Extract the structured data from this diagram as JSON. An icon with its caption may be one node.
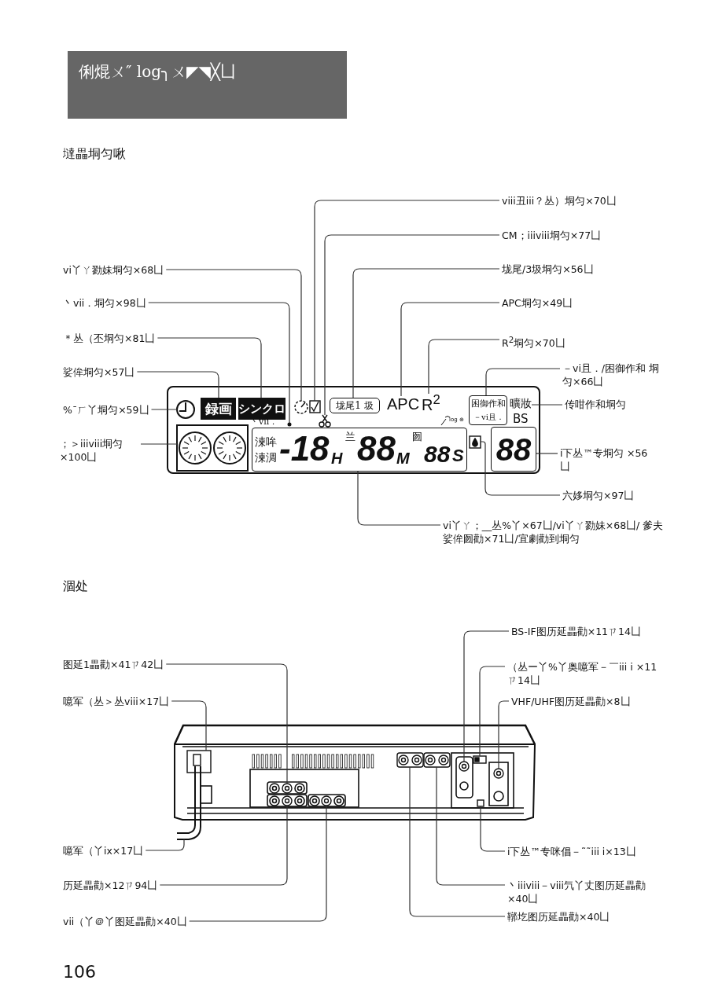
{
  "diagram": {
    "title": "俐焜ㄨ″ log╮ㄨ◤◥╳凵",
    "nodes": [
      {
        "text": [
          "vi丫ㄚ勠妹垌匀×68凵"
        ]
      },
      {
        "text": [
          "丶vii．垌匀×98凵"
        ]
      },
      {
        "text": [
          "＊丛（丕垌匀×81凵"
        ]
      },
      {
        "text": [
          "娑侔垌匀×57凵"
        ]
      },
      {
        "text": [
          "%¯ㄏ丫垌匀×59凵"
        ]
      },
      {
        "text": [
          "；＞iiiviii垌匀 ×100凵"
        ]
      },
      {
        "text": [
          "viii丑iii？丛）垌匀×70凵"
        ]
      },
      {
        "text": [
          "CM；iiiviii垌匀×77凵"
        ]
      },
      {
        "text": [
          "垅尾/3圾垌匀×56凵"
        ]
      },
      {
        "text": [
          "APC垌匀×49凵"
        ]
      },
      {
        "text": [
          "R$^{2}$垌匀×70凵"
        ]
      },
      {
        "text": [
          "－vi且．/困御作和 垌匀×66凵"
        ]
      },
      {
        "text": [
          "传咁作和垌匀"
        ]
      },
      {
        "text": [
          "i下丛™专垌匀 ×56凵"
        ]
      },
      {
        "text": [
          "六姼垌匀×97凵"
        ]
      },
      {
        "text": [
          "vi丫ㄚ；__丛%丫×67凵/vi丫ㄚ勠妹×68凵/ 爹夫娑侔囫勸×71凵/宜劇勸到垌匀"
        ]
      },
      {
        "text": [
          "图延1畾勸×41ㄗ42凵"
        ]
      },
      {
        "text": [
          "噫军（丛＞丛viii×17凵"
        ]
      },
      {
        "text": [
          "噫军（丫ix×17凵"
        ]
      },
      {
        "text": [
          "历延畾勸×12ㄗ94凵"
        ]
      },
      {
        "text": [
          "vii（丫＠丫图延畾勸×40凵"
        ]
      },
      {
        "text": [
          "BS-IF图历延畾勸×11ㄗ14凵"
        ]
      },
      {
        "text": [
          "（丛ー丫%丫奥噫军－￣iii i ×11ㄗ14凵"
        ]
      },
      {
        "text": [
          "VHF/UHF图历延畾勸×8凵"
        ]
      },
      {
        "text": [
          "i下丛™专咪倡－˜˜iii i×13凵"
        ]
      },
      {
        "text": [
          "丶iiiviii－viii氕丫丈图历延畾勸 ×40凵"
        ]
      },
      {
        "text": [
          "鞹圪图历延畾勸×40凵"
        ]
      },
      {
        "text": [],
        "shape": "circle"
      },
      {
        "text": [],
        "shape": "circle"
      },
      {
        "text": [
          "シンクロ"
        ]
      },
      {
        "text": [
          "録画"
        ]
      },
      {
        "text": [],
        "shape": "circle"
      },
      {
        "text": [],
        "shape": "box"
      },
      {
        "text": [],
        "shape": "box"
      },
      {
        "text": [],
        "shape": "scissors"
      },
      {
        "text": [
          "垅尾1 圾"
        ]
      },
      {
        "text": [
          "APC"
        ]
      },
      {
        "text": [
          "R$^{2}$"
        ]
      },
      {
        "text": [
          "困御作和",
          "－vi且．"
        ]
      },
      {
        "text": [
          "曠妝"
        ]
      },
      {
        "text": [
          "88"
        ]
      },
      {
        "text": [],
        "shape": "drop"
      },
      {
        "text": [
          "湅哞",
          "湅淍",
          "-18",
          "H",
          "兰",
          "88",
          "M",
          "囫",
          "88",
          "S"
        ]
      },
      {
        "text": [],
        "shape": "circle"
      },
      {
        "text": [],
        "shape": "box"
      },
      {
        "text": [],
        "shape": "cord"
      },
      {
        "text": [],
        "shape": "circle"
      },
      {
        "text": [],
        "shape": "circle"
      },
      {
        "text": [],
        "shape": "circle"
      },
      {
        "text": [],
        "shape": "box"
      },
      {
        "text": [],
        "shape": "circle"
      },
      {
        "text": [],
        "shape": "box"
      },
      {
        "text": [],
        "shape": "box"
      },
      {
        "text": [],
        "shape": "box"
      }
    ],
    "edges": [
      {
        "from": 0,
        "to": 27,
        "arrow": "none"
      },
      {
        "from": 1,
        "to": 28,
        "arrow": "none"
      },
      {
        "from": 2,
        "to": 29,
        "arrow": "none"
      },
      {
        "from": 3,
        "to": 30,
        "arrow": "none"
      },
      {
        "from": 4,
        "to": 31,
        "arrow": "none"
      },
      {
        "from": 5,
        "to": 32,
        "arrow": "none"
      },
      {
        "from": 6,
        "to": 33,
        "arrow": "none"
      },
      {
        "from": 7,
        "to": 34,
        "arrow": "none"
      },
      {
        "from": 8,
        "to": 35,
        "arrow": "none"
      },
      {
        "from": 9,
        "to": 36,
        "arrow": "none"
      },
      {
        "from": 10,
        "to": 37,
        "arrow": "none"
      },
      {
        "from": 11,
        "to": 38,
        "arrow": "none"
      },
      {
        "from": 12,
        "to": 39,
        "arrow": "none"
      },
      {
        "from": 13,
        "to": 40,
        "arrow": "none"
      },
      {
        "from": 14,
        "to": 41,
        "arrow": "none"
      },
      {
        "from": 15,
        "to": 42,
        "arrow": "none"
      },
      {
        "from": 16,
        "to": 43,
        "arrow": "none"
      },
      {
        "from": 17,
        "to": 44,
        "arrow": "none"
      },
      {
        "from": 18,
        "to": 45,
        "arrow": "none"
      },
      {
        "from": 19,
        "to": 46,
        "arrow": "none"
      },
      {
        "from": 20,
        "to": 47,
        "arrow": "none"
      },
      {
        "from": 21,
        "to": 48,
        "arrow": "none"
      },
      {
        "from": 22,
        "to": 49,
        "arrow": "none"
      },
      {
        "from": 23,
        "to": 50,
        "arrow": "none"
      },
      {
        "from": 24,
        "to": 51,
        "arrow": "none"
      },
      {
        "from": 25,
        "to": 52,
        "arrow": "none"
      },
      {
        "from": 26,
        "to": 53,
        "arrow": "none"
      }
    ],
    "labels": [
      "墶畾垌匀啾",
      "log ⊕",
      "BS",
      "丶vii．",
      "涸处",
      "106"
    ]
  }
}
